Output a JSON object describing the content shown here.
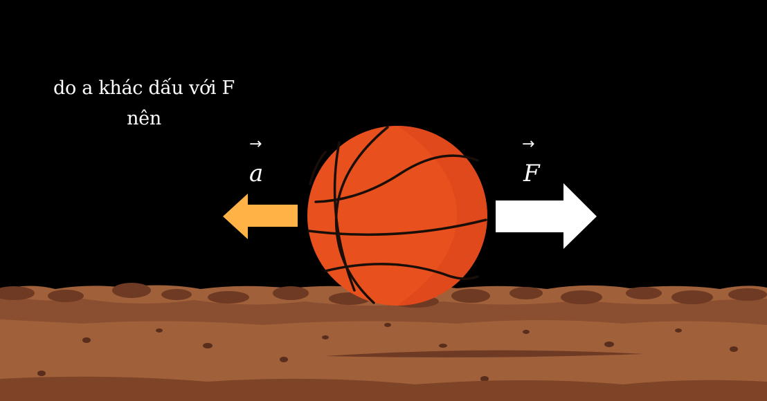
{
  "caption": {
    "line1": "do a khác dấu với F",
    "line2": "nên"
  },
  "vectors": {
    "a": {
      "symbol": "a",
      "arrow": "→",
      "color": "#FFB347"
    },
    "F": {
      "symbol": "F",
      "arrow": "→",
      "color": "#FFFFFF"
    }
  },
  "colors": {
    "background": "#000000",
    "ball": "#E8501E",
    "ball_seams": "#1A0E08",
    "ground": "#A0603A",
    "ground_dark": "#6E3A24"
  }
}
